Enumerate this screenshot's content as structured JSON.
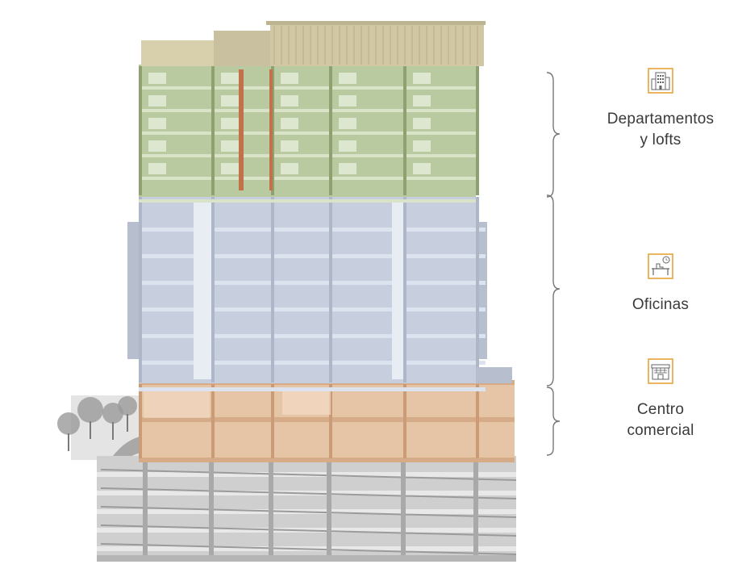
{
  "zones": [
    {
      "id": "residential",
      "label_line1": "Departamentos",
      "label_line2": "y lofts",
      "icon": "apartment-building-icon"
    },
    {
      "id": "offices",
      "label_line1": "Oficinas",
      "label_line2": "",
      "icon": "office-desk-clock-icon"
    },
    {
      "id": "commercial",
      "label_line1": "Centro",
      "label_line2": "comercial",
      "icon": "shopping-center-icon"
    }
  ],
  "colors": {
    "residential": "#b9c9a0",
    "offices": "#c7cfdf",
    "commercial": "#e6c4a6",
    "parking": "#cfcfcf",
    "icon_accent": "#e8a23a",
    "bracket": "#777777",
    "label": "#3a3a3a"
  }
}
